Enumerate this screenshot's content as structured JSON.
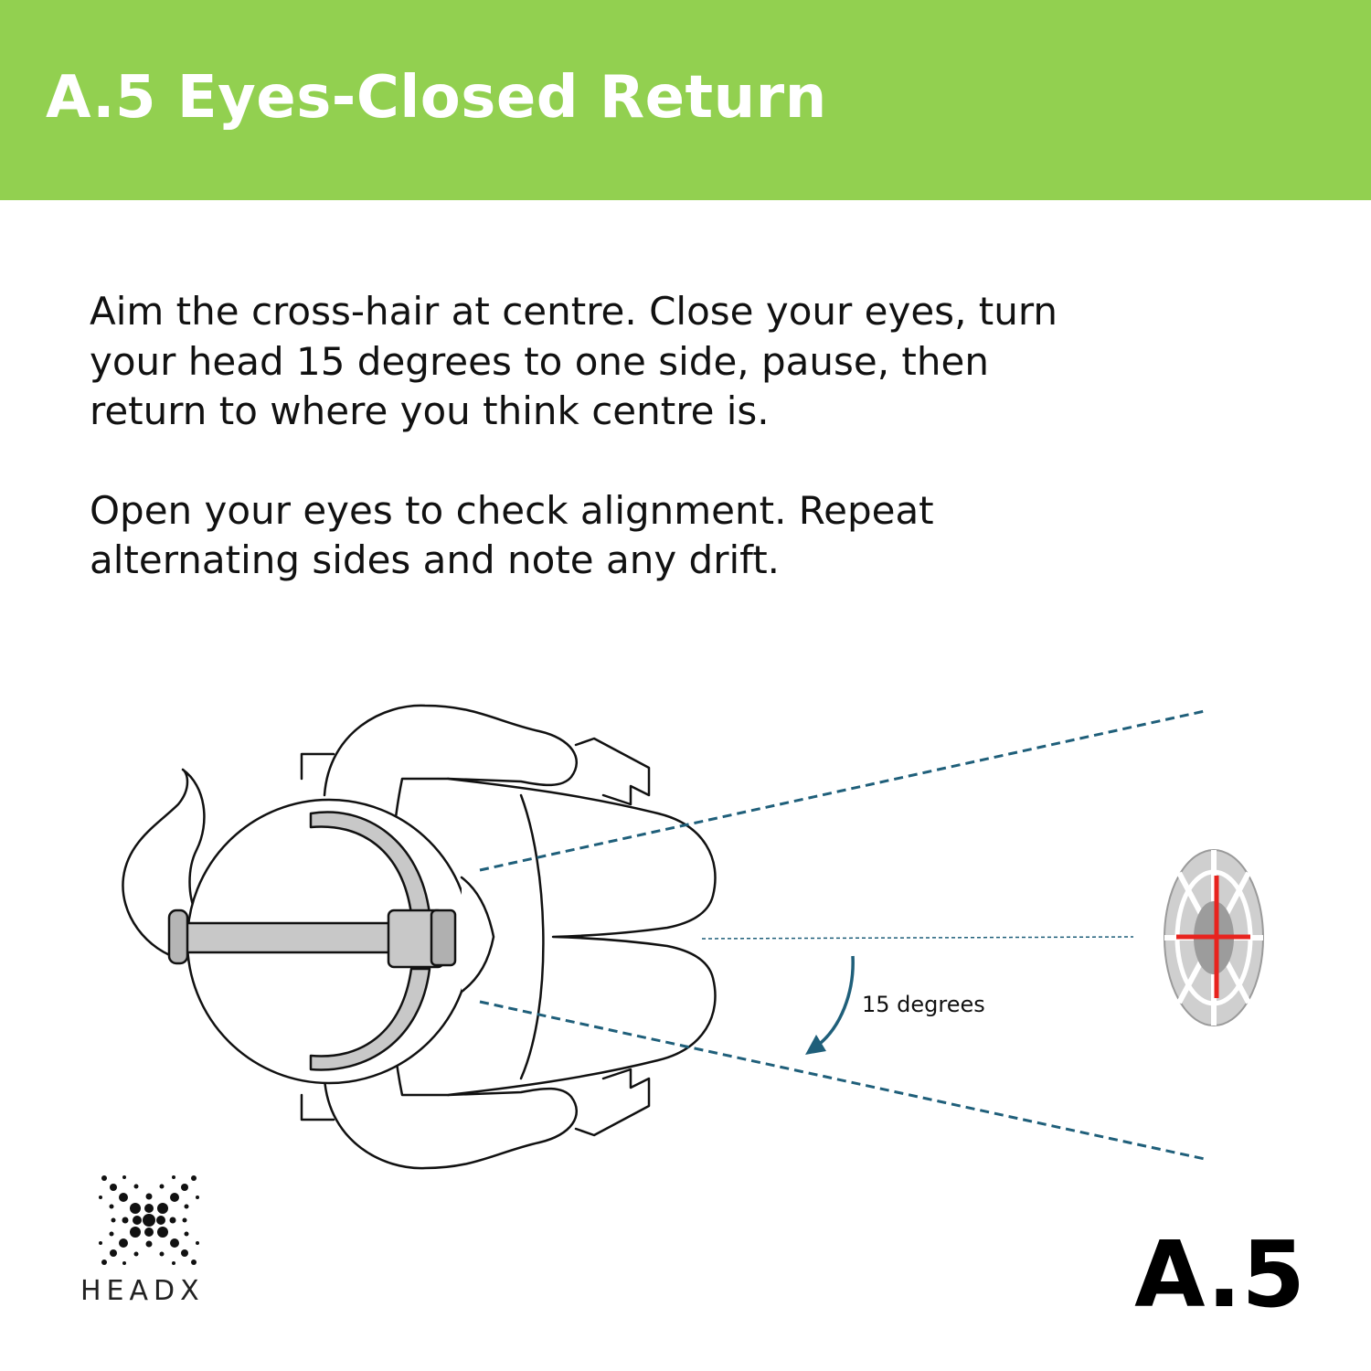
{
  "header": {
    "title": "A.5 Eyes-Closed Return",
    "background_color": "#92d050",
    "text_color": "#ffffff"
  },
  "instructions": {
    "paragraph_1": "Aim the cross-hair at centre. Close your eyes, turn your head 15 degrees to one side, pause, then return to where you think centre is.",
    "paragraph_2": "Open your eyes to check alignment. Repeat alternating sides and note any drift."
  },
  "diagram": {
    "angle_label": "15 degrees",
    "figure_icon": "person-top-view-with-head-laser-icon",
    "target_icon": "crosshair-target-icon",
    "sightline_color": "#1f5f7a",
    "crosshair_color": "#e8231e"
  },
  "branding": {
    "logo_text": "HEADX",
    "exercise_code": "A.5"
  }
}
